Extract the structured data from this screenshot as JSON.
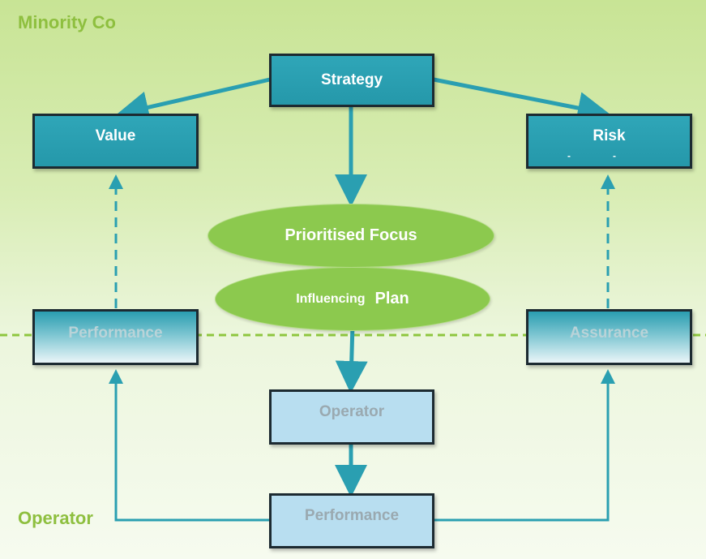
{
  "regions": {
    "top_label": "Minority Co",
    "bottom_label": "Operator"
  },
  "nodes": {
    "strategy": "Strategy",
    "value": "Value",
    "risk": "Risk",
    "risk_sub_left": "-",
    "risk_sub_right": "-",
    "prioritised_focus": "Prioritised Focus",
    "influencing": "Influencing",
    "plan": "Plan",
    "performance_upper": "Performance",
    "assurance": "Assurance",
    "operator": "Operator",
    "performance_lower": "Performance"
  },
  "colors": {
    "arrow": "#2a9fb1",
    "divider": "#8ec63f",
    "ellipse": "#8cc94e",
    "box_dark": "#2fa6b8",
    "box_light": "#b8def0",
    "region_label": "#8ebf3f"
  }
}
